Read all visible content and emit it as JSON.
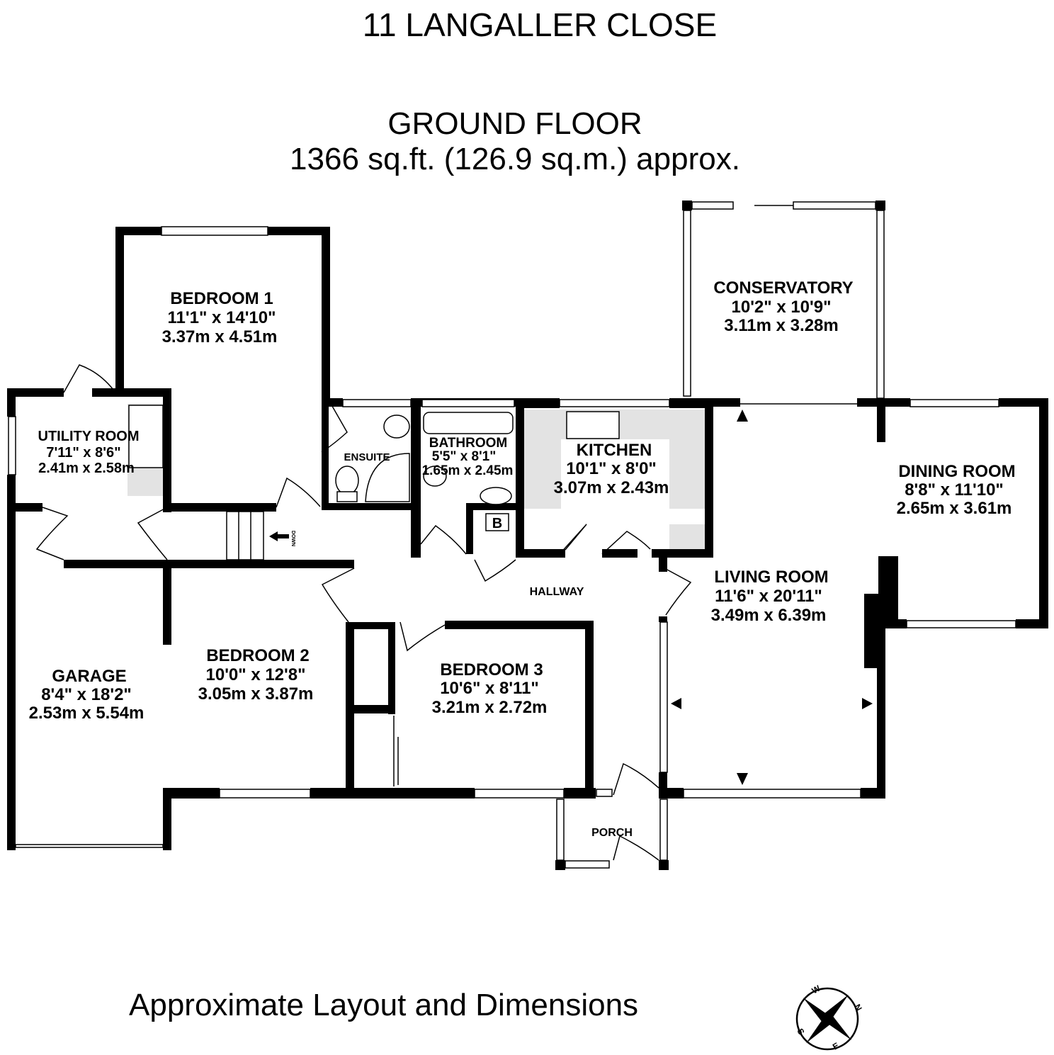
{
  "property_title": "11 LANGALLER CLOSE",
  "floor": {
    "name": "GROUND FLOOR",
    "area": "1366 sq.ft. (126.9 sq.m.) approx."
  },
  "rooms": {
    "bedroom1": {
      "name": "BEDROOM 1",
      "imperial": "11'1\"  x 14'10\"",
      "metric": "3.37m  x 4.51m"
    },
    "conservatory": {
      "name": "CONSERVATORY",
      "imperial": "10'2\"  x 10'9\"",
      "metric": "3.11m  x 3.28m"
    },
    "utility": {
      "name": "UTILITY ROOM",
      "imperial": "7'11\"  x 8'6\"",
      "metric": "2.41m  x 2.58m"
    },
    "ensuite": {
      "name": "ENSUITE"
    },
    "bathroom": {
      "name": "BATHROOM",
      "imperial": "5'5\"  x 8'1\"",
      "metric": "1.65m  x 2.45m"
    },
    "kitchen": {
      "name": "KITCHEN",
      "imperial": "10'1\"  x 8'0\"",
      "metric": "3.07m  x 2.43m"
    },
    "dining": {
      "name": "DINING ROOM",
      "imperial": "8'8\"  x 11'10\"",
      "metric": "2.65m  x 3.61m"
    },
    "hallway": {
      "name": "HALLWAY"
    },
    "living": {
      "name": "LIVING ROOM",
      "imperial": "11'6\"  x 20'11\"",
      "metric": "3.49m  x 6.39m"
    },
    "garage": {
      "name": "GARAGE",
      "imperial": "8'4\"  x 18'2\"",
      "metric": "2.53m  x 5.54m"
    },
    "bedroom2": {
      "name": "BEDROOM 2",
      "imperial": "10'0\"  x 12'8\"",
      "metric": "3.05m  x 3.87m"
    },
    "bedroom3": {
      "name": "BEDROOM 3",
      "imperial": "10'6\"  x 8'11\"",
      "metric": "3.21m  x 2.72m"
    },
    "porch": {
      "name": "PORCH"
    }
  },
  "labels": {
    "boiler": "B",
    "stairs": "DOWN"
  },
  "compass": {
    "n": "N",
    "s": "S",
    "e": "E",
    "w": "W"
  },
  "footer": "Approximate Layout and Dimensions"
}
